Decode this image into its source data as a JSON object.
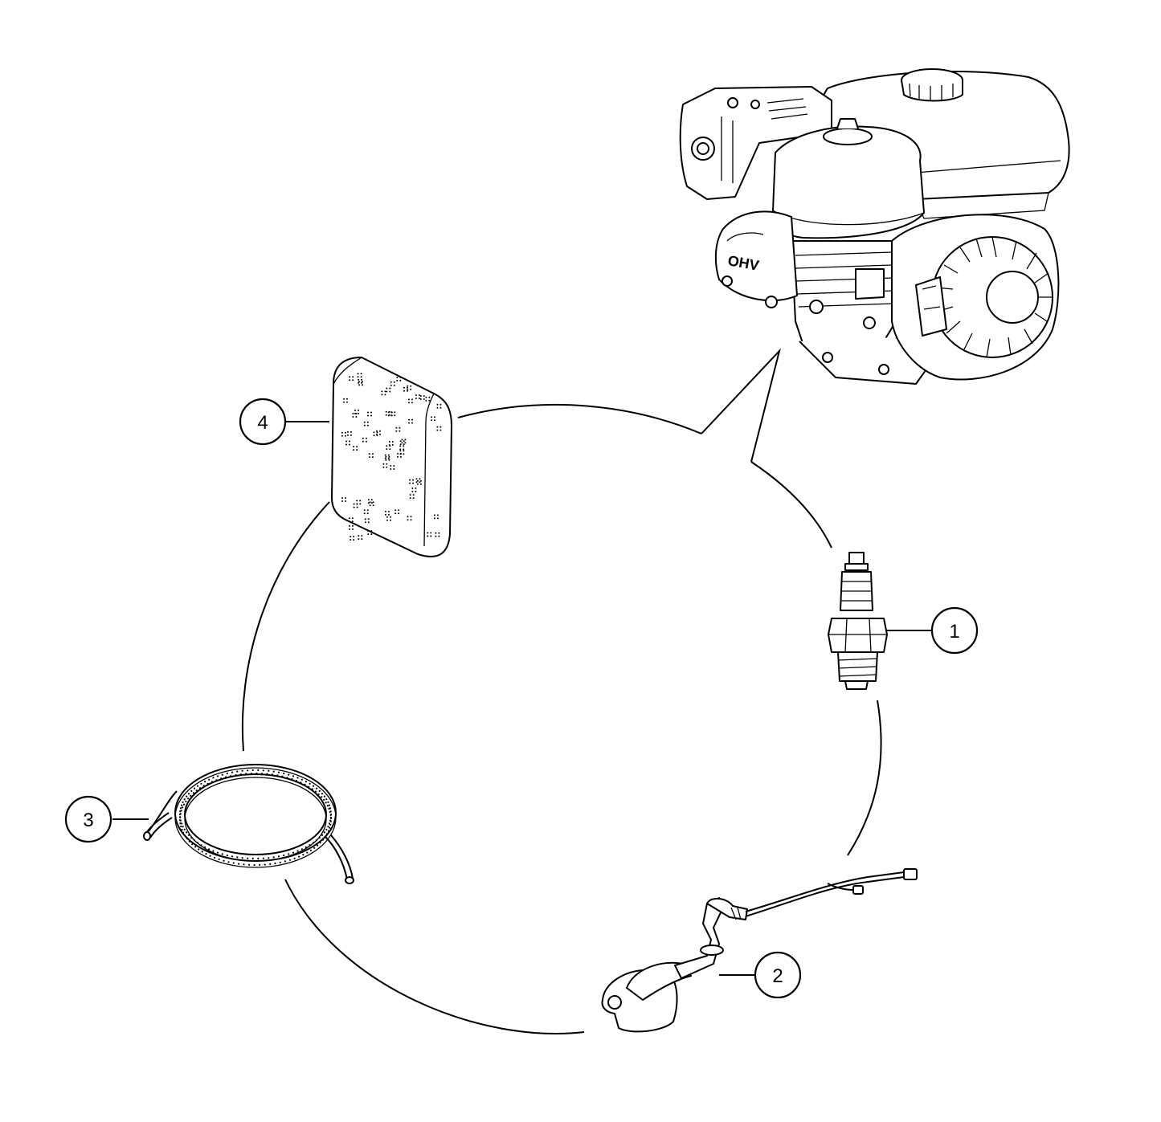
{
  "callouts": [
    {
      "number": "1",
      "part_icon": "spark-plug-icon"
    },
    {
      "number": "2",
      "part_icon": "spark-plug-cap-wire-icon"
    },
    {
      "number": "3",
      "part_icon": "starter-rope-icon"
    },
    {
      "number": "4",
      "part_icon": "air-filter-foam-icon"
    }
  ],
  "engine_marking": "OHV",
  "colors": {
    "line": "#000000",
    "background": "#ffffff"
  }
}
